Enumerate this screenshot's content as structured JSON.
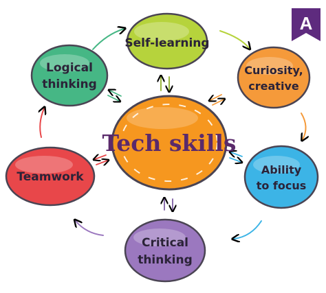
{
  "center": {
    "label": "Tech skills",
    "color": "#f6971f"
  },
  "nodes": [
    {
      "id": "self-learning",
      "lines": [
        "Self-learning"
      ],
      "color": "#b6d33c"
    },
    {
      "id": "curiosity-creative",
      "lines": [
        "Curiosity,",
        "creative"
      ],
      "color": "#f59a3a"
    },
    {
      "id": "ability-to-focus",
      "lines": [
        "Ability",
        "to focus"
      ],
      "color": "#3cb4e6"
    },
    {
      "id": "critical-thinking",
      "lines": [
        "Critical",
        "thinking"
      ],
      "color": "#9b78bf"
    },
    {
      "id": "teamwork",
      "lines": [
        "Teamwork"
      ],
      "color": "#e8474a"
    },
    {
      "id": "logical-thinking",
      "lines": [
        "Logical",
        "thinking"
      ],
      "color": "#46b785"
    }
  ],
  "badge": {
    "letter": "A",
    "color": "#5e2b7e"
  }
}
